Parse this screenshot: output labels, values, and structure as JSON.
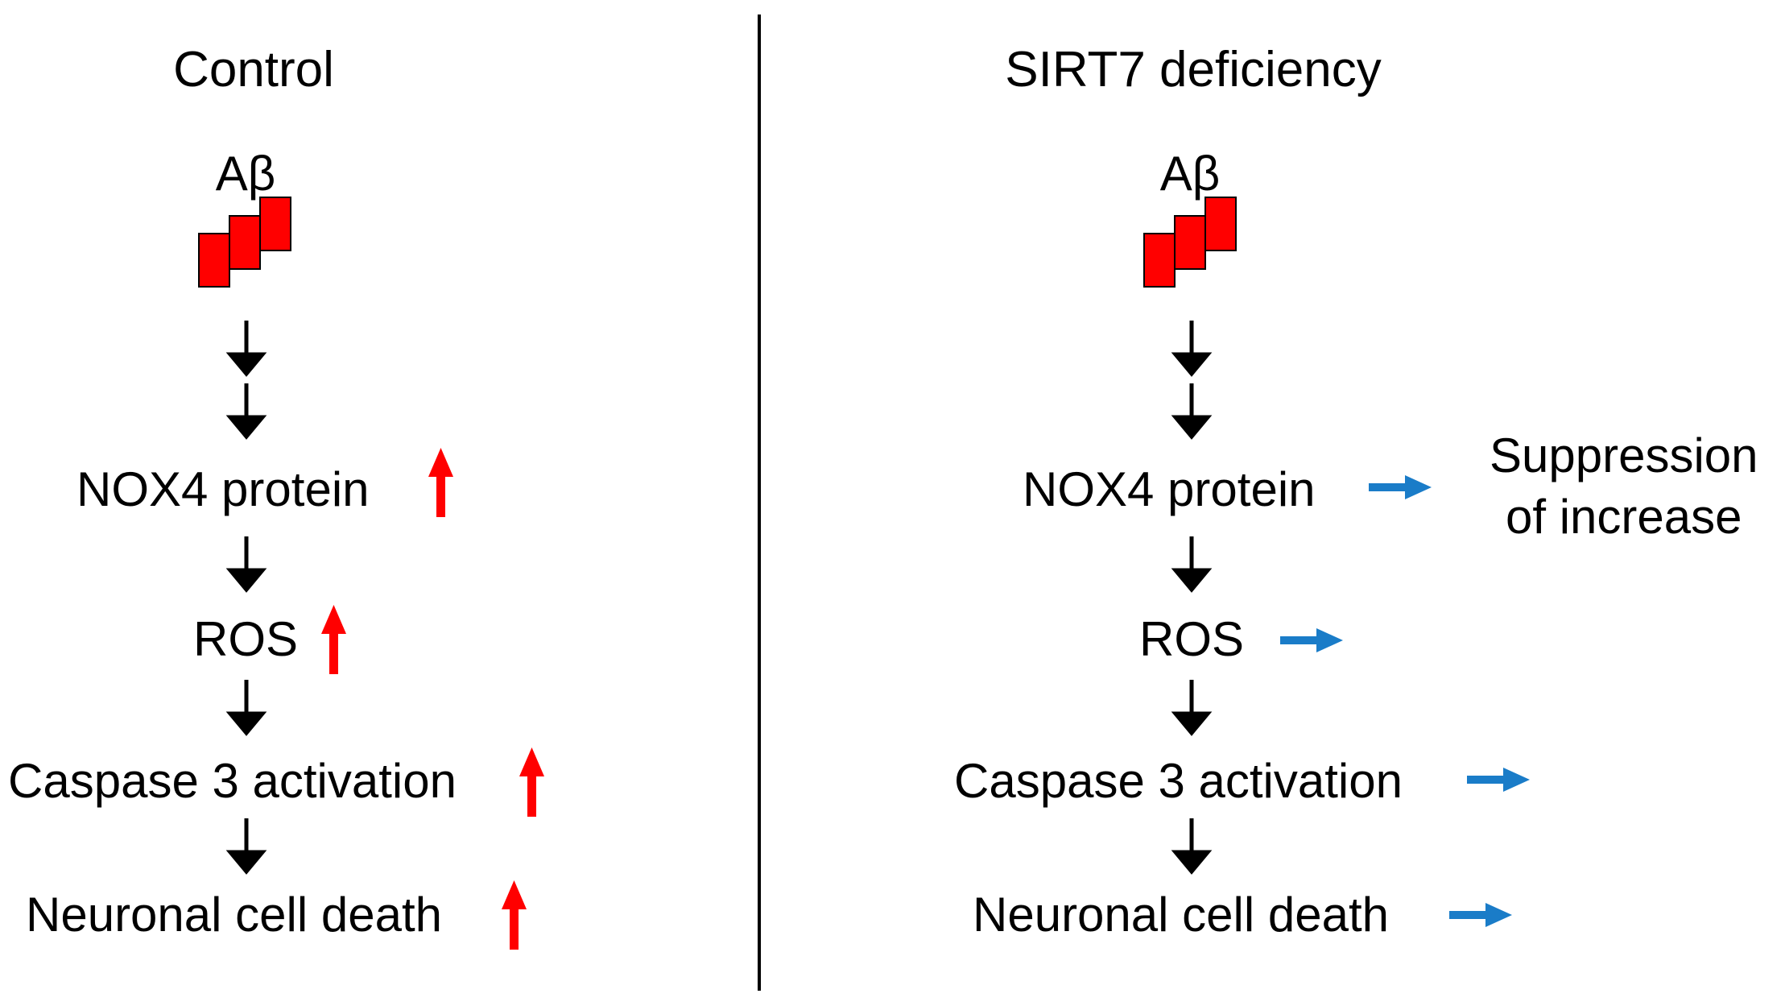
{
  "colors": {
    "increase_arrow": "#ff0000",
    "unchanged_arrow": "#1a7cc8",
    "abeta_fill": "#ff0000",
    "flow_arrow": "#000000",
    "divider": "#000000"
  },
  "panels": {
    "control": {
      "title": "Control",
      "ligand": "Aβ",
      "steps": [
        {
          "label": "NOX4 protein",
          "change": "up-arrow-icon"
        },
        {
          "label": "ROS",
          "change": "up-arrow-icon"
        },
        {
          "label": "Caspase 3 activation",
          "change": "up-arrow-icon"
        },
        {
          "label": "Neuronal cell death",
          "change": "up-arrow-icon"
        }
      ]
    },
    "sirt7": {
      "title": "SIRT7 deficiency",
      "ligand": "Aβ",
      "steps": [
        {
          "label": "NOX4 protein",
          "change": "right-arrow-icon"
        },
        {
          "label": "ROS",
          "change": "right-arrow-icon"
        },
        {
          "label": "Caspase 3 activation",
          "change": "right-arrow-icon"
        },
        {
          "label": "Neuronal cell death",
          "change": "right-arrow-icon"
        }
      ],
      "note_line1": "Suppression",
      "note_line2": "of increase"
    }
  }
}
